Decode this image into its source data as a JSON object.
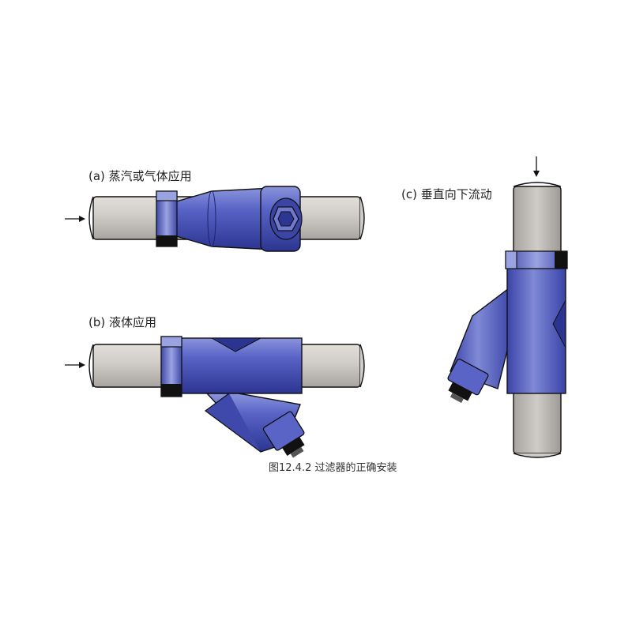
{
  "figure": {
    "caption": "图12.4.2  过滤器的正确安装"
  },
  "panels": {
    "a": {
      "label": "(a) 蒸汽或气体应用"
    },
    "b": {
      "label": "(b) 液体应用"
    },
    "c": {
      "label": "(c) 垂直向下流动"
    }
  },
  "colors": {
    "pipe": "#c9c6c1",
    "pipe_shadow": "#a9a5a0",
    "strainer_blue": "#4a57c0",
    "strainer_dark": "#2b3490",
    "strainer_light": "#aab2e8",
    "nut_dark": "#111111",
    "outline": "#111111"
  },
  "icons": [
    "flow-arrow-icon"
  ]
}
